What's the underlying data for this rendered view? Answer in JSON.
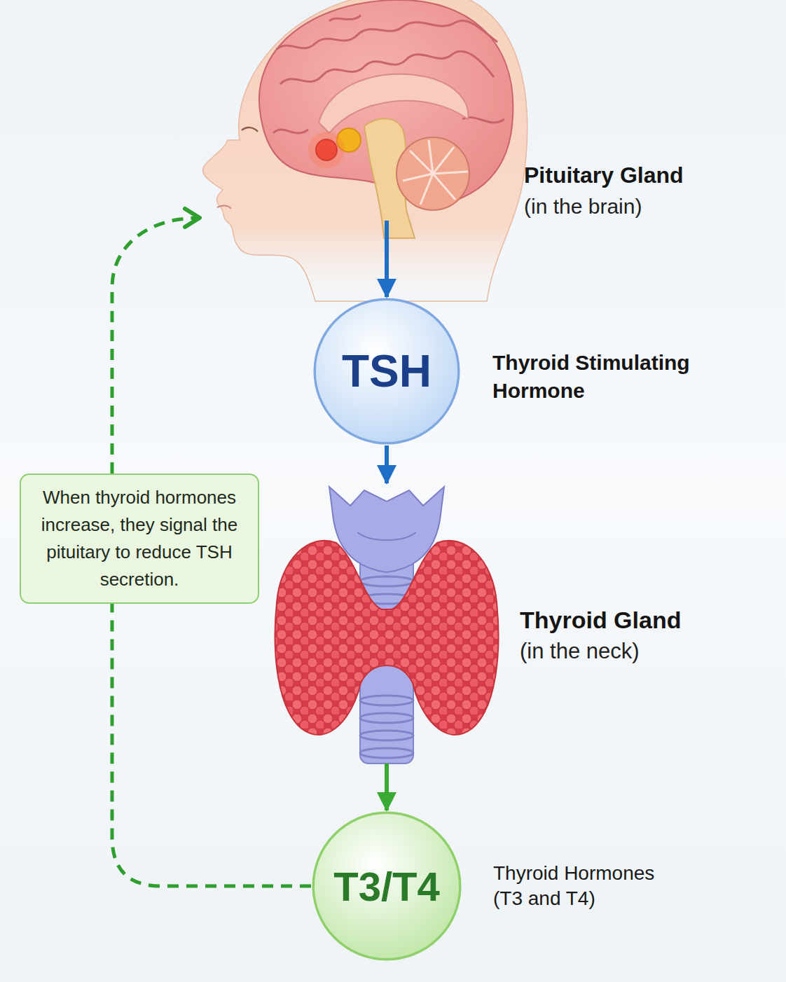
{
  "diagram": {
    "nodes": [
      {
        "text": [
          "Pituitary Gland",
          "(in the brain)"
        ]
      },
      {
        "text": [
          "TSH",
          "Thyroid Stimulating Hormone"
        ]
      },
      {
        "text": [
          "Thyroid Gland",
          "(in the neck)"
        ]
      },
      {
        "text": [
          "T3/T4",
          "Thyroid Hormones (T3 and T4)"
        ]
      },
      {
        "text": [
          "When thyroid hormones increase, they signal the pituitary to reduce TSH secretion."
        ]
      }
    ],
    "edges": [
      {
        "from": 0,
        "to": 1,
        "arrow": "to"
      },
      {
        "from": 1,
        "to": 2,
        "arrow": "to"
      },
      {
        "from": 2,
        "to": 3,
        "arrow": "to"
      },
      {
        "from": 3,
        "to": 4,
        "arrow": "none"
      },
      {
        "from": 4,
        "to": 0,
        "arrow": "to"
      }
    ]
  }
}
